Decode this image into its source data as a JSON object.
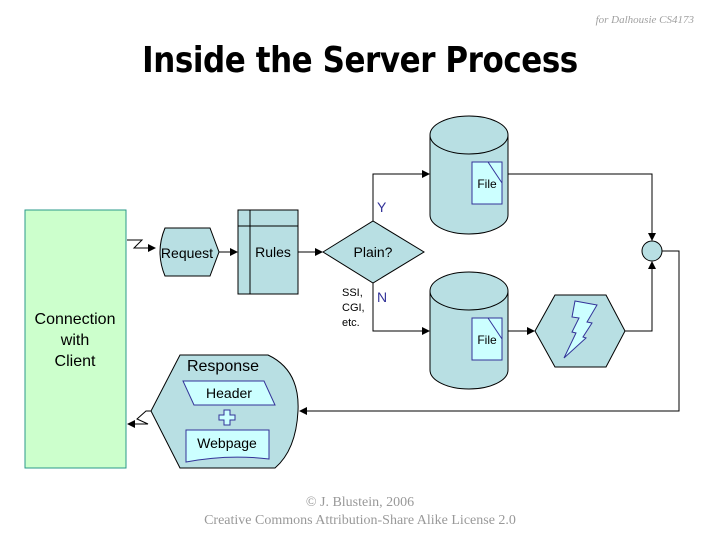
{
  "header": {
    "credit": "for Dalhousie CS4173",
    "title": "Inside the Server Process"
  },
  "diagram": {
    "connection": [
      "Connection",
      "with",
      "Client"
    ],
    "request": "Request",
    "rules": "Rules",
    "decision": "Plain?",
    "yes_label": "Y",
    "no_label": "N",
    "no_note": [
      "SSI,",
      "CGI,",
      "etc."
    ],
    "file_top": "File",
    "file_bottom": "File",
    "process_icon": "lightning-icon",
    "response": {
      "title": "Response",
      "header": "Header",
      "plus": "+",
      "webpage": "Webpage"
    }
  },
  "footer": {
    "copyright": "© J. Blustein, 2006",
    "license": "Creative Commons Attribution-Share Alike License 2.0"
  },
  "colors": {
    "shape_fill": "#b8dfe3",
    "client_fill": "#ccffcc",
    "client_border": "#2a9a8a",
    "file_fill": "#ccffff",
    "file_border": "#333399",
    "label_blue": "#333399"
  }
}
